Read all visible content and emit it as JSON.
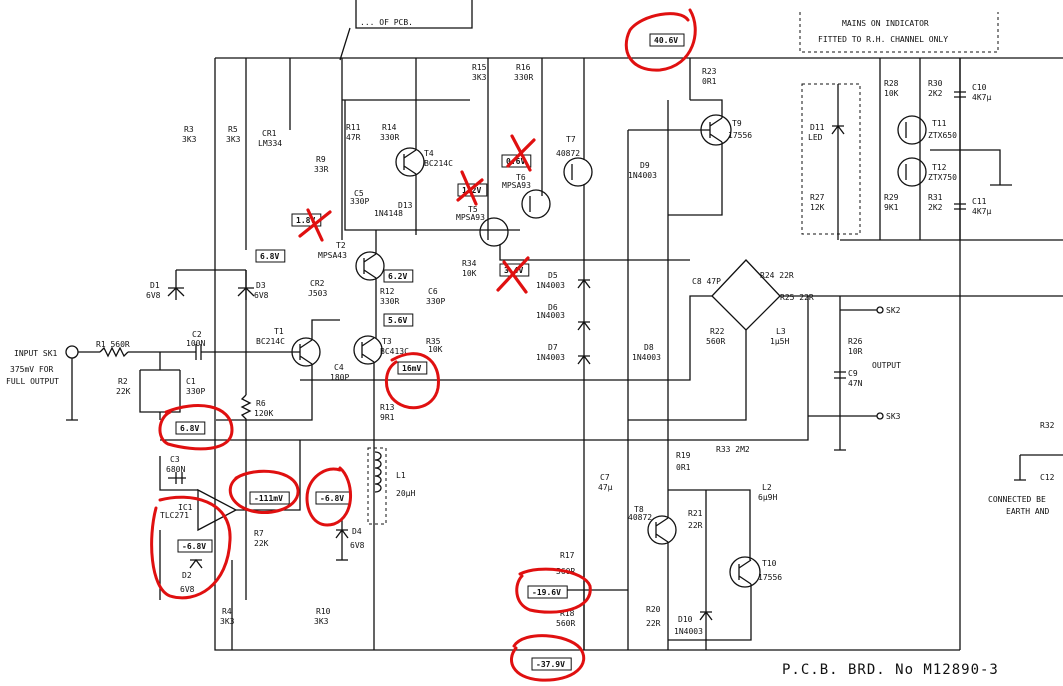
{
  "header_note": {
    "text": "... OF PCB."
  },
  "indicator": {
    "line1": "MAINS ON INDICATOR",
    "line2": "FITTED TO R.H. CHANNEL ONLY"
  },
  "board_number": "P.C.B. BRD. No M12890-3",
  "input": {
    "label1": "INPUT SK1",
    "label2": "375mV FOR",
    "label3": "FULL OUTPUT"
  },
  "output": {
    "label": "OUTPUT",
    "sk2": "SK2",
    "sk3": "SK3"
  },
  "connected_note": {
    "line1": "CONNECTED BE",
    "line2": "EARTH AND"
  },
  "voltages": {
    "rail_pos": "40.6V",
    "t2_base": "1.8V",
    "t5_base": "1.2V",
    "t4_emit": "0.6V",
    "t6_emit": "3.4V",
    "zener_68": "6.8V",
    "t2_col": "6.2V",
    "t3_node": "5.6V",
    "output_dc": "16mV",
    "ic_ref": "6.8V",
    "ic_out": "-111mV",
    "d4_node": "-6.8V",
    "d2_node": "-6.8V",
    "t8_node": "-19.6V",
    "rail_neg": "-37.9V"
  },
  "components": [
    {
      "id": "r1",
      "label": "R1 560R"
    },
    {
      "id": "r2",
      "label": "R2"
    },
    {
      "id": "r2v",
      "label": "22K"
    },
    {
      "id": "c1",
      "label": "C1"
    },
    {
      "id": "c1v",
      "label": "330P"
    },
    {
      "id": "c2",
      "label": "C2"
    },
    {
      "id": "c2v",
      "label": "100N"
    },
    {
      "id": "r3",
      "label": "R3"
    },
    {
      "id": "r3v",
      "label": "3K3"
    },
    {
      "id": "r5",
      "label": "R5"
    },
    {
      "id": "r5v",
      "label": "3K3"
    },
    {
      "id": "cr1",
      "label": "CR1"
    },
    {
      "id": "cr1v",
      "label": "LM334"
    },
    {
      "id": "r9",
      "label": "R9"
    },
    {
      "id": "r9v",
      "label": "33R"
    },
    {
      "id": "r11",
      "label": "R11"
    },
    {
      "id": "r11v",
      "label": "47R"
    },
    {
      "id": "r14",
      "label": "R14"
    },
    {
      "id": "r14v",
      "label": "330R"
    },
    {
      "id": "t4",
      "label": "T4"
    },
    {
      "id": "t4v",
      "label": "BC214C"
    },
    {
      "id": "c5",
      "label": "C5"
    },
    {
      "id": "c5v",
      "label": "330P"
    },
    {
      "id": "d13",
      "label": "D13"
    },
    {
      "id": "d13v",
      "label": "1N4148"
    },
    {
      "id": "r15",
      "label": "R15"
    },
    {
      "id": "r15v",
      "label": "3K3"
    },
    {
      "id": "r16",
      "label": "R16"
    },
    {
      "id": "r16v",
      "label": "330R"
    },
    {
      "id": "t7",
      "label": "T7"
    },
    {
      "id": "t7v",
      "label": "40872"
    },
    {
      "id": "t6",
      "label": "T6"
    },
    {
      "id": "t6v",
      "label": "MPSA93"
    },
    {
      "id": "t5",
      "label": "T5"
    },
    {
      "id": "t5v",
      "label": "MPSA93"
    },
    {
      "id": "r23",
      "label": "R23"
    },
    {
      "id": "r23v",
      "label": "0R1"
    },
    {
      "id": "t9",
      "label": "T9"
    },
    {
      "id": "t9v",
      "label": "17556"
    },
    {
      "id": "d9",
      "label": "D9"
    },
    {
      "id": "d9v",
      "label": "1N4003"
    },
    {
      "id": "t2",
      "label": "T2"
    },
    {
      "id": "t2v",
      "label": "MPSA43"
    },
    {
      "id": "d1",
      "label": "D1"
    },
    {
      "id": "d1v",
      "label": "6V8"
    },
    {
      "id": "d3",
      "label": "D3"
    },
    {
      "id": "d3v",
      "label": "6V8"
    },
    {
      "id": "cr2",
      "label": "CR2"
    },
    {
      "id": "cr2v",
      "label": "J503"
    },
    {
      "id": "r12",
      "label": "R12"
    },
    {
      "id": "r12v",
      "label": "330R"
    },
    {
      "id": "c6",
      "label": "C6"
    },
    {
      "id": "c6v",
      "label": "330P"
    },
    {
      "id": "r34",
      "label": "R34"
    },
    {
      "id": "r34v",
      "label": "10K"
    },
    {
      "id": "d5",
      "label": "D5"
    },
    {
      "id": "d5v",
      "label": "1N4003"
    },
    {
      "id": "d6",
      "label": "D6"
    },
    {
      "id": "d6v",
      "label": "1N4003"
    },
    {
      "id": "d7",
      "label": "D7"
    },
    {
      "id": "d7v",
      "label": "1N4003"
    },
    {
      "id": "d8",
      "label": "D8"
    },
    {
      "id": "d8v",
      "label": "1N4003"
    },
    {
      "id": "t1",
      "label": "T1"
    },
    {
      "id": "t1v",
      "label": "BC214C"
    },
    {
      "id": "t3",
      "label": "T3"
    },
    {
      "id": "t3v",
      "label": "BC413C"
    },
    {
      "id": "c4",
      "label": "C4"
    },
    {
      "id": "c4v",
      "label": "180P"
    },
    {
      "id": "r35",
      "label": "R35"
    },
    {
      "id": "r35v",
      "label": "10K"
    },
    {
      "id": "r6",
      "label": "R6"
    },
    {
      "id": "r6v",
      "label": "120K"
    },
    {
      "id": "r13",
      "label": "R13"
    },
    {
      "id": "r13v",
      "label": "9R1"
    },
    {
      "id": "c8",
      "label": "C8 47P"
    },
    {
      "id": "r24",
      "label": "R24 22R"
    },
    {
      "id": "r25",
      "label": "R25 22R"
    },
    {
      "id": "r22",
      "label": "R22"
    },
    {
      "id": "r22v",
      "label": "560R"
    },
    {
      "id": "l3",
      "label": "L3"
    },
    {
      "id": "l3v",
      "label": "1µ5H"
    },
    {
      "id": "r26",
      "label": "R26"
    },
    {
      "id": "r26v",
      "label": "10R"
    },
    {
      "id": "c9",
      "label": "C9"
    },
    {
      "id": "c9v",
      "label": "47N"
    },
    {
      "id": "r33",
      "label": "R33 2M2"
    },
    {
      "id": "c3",
      "label": "C3"
    },
    {
      "id": "c3v",
      "label": "680N"
    },
    {
      "id": "ic1",
      "label": "IC1"
    },
    {
      "id": "ic1v",
      "label": "TLC271"
    },
    {
      "id": "l1",
      "label": "L1"
    },
    {
      "id": "l1v",
      "label": "20µH"
    },
    {
      "id": "r7",
      "label": "R7"
    },
    {
      "id": "r7v",
      "label": "22K"
    },
    {
      "id": "d4",
      "label": "D4"
    },
    {
      "id": "d4v",
      "label": "6V8"
    },
    {
      "id": "d2",
      "label": "D2"
    },
    {
      "id": "d2v",
      "label": "6V8"
    },
    {
      "id": "r19",
      "label": "R19"
    },
    {
      "id": "r19v",
      "label": "0R1"
    },
    {
      "id": "c7",
      "label": "C7"
    },
    {
      "id": "c7v",
      "label": "47µ"
    },
    {
      "id": "t8",
      "label": "T8"
    },
    {
      "id": "t8v",
      "label": "40872"
    },
    {
      "id": "r21",
      "label": "R21"
    },
    {
      "id": "r21v",
      "label": "22R"
    },
    {
      "id": "l2",
      "label": "L2"
    },
    {
      "id": "l2v",
      "label": "6µ9H"
    },
    {
      "id": "t10",
      "label": "T10"
    },
    {
      "id": "t10v",
      "label": "17556"
    },
    {
      "id": "r17",
      "label": "R17"
    },
    {
      "id": "r17v",
      "label": "560R"
    },
    {
      "id": "r18",
      "label": "R18"
    },
    {
      "id": "r18v",
      "label": "560R"
    },
    {
      "id": "r20",
      "label": "R20"
    },
    {
      "id": "r20v",
      "label": "22R"
    },
    {
      "id": "d10",
      "label": "D10"
    },
    {
      "id": "d10v",
      "label": "1N4003"
    },
    {
      "id": "r4",
      "label": "R4"
    },
    {
      "id": "r4v",
      "label": "3K3"
    },
    {
      "id": "r10",
      "label": "R10"
    },
    {
      "id": "r10v",
      "label": "3K3"
    },
    {
      "id": "d11",
      "label": "D11"
    },
    {
      "id": "d11v",
      "label": "LED"
    },
    {
      "id": "r27",
      "label": "R27"
    },
    {
      "id": "r27v",
      "label": "12K"
    },
    {
      "id": "r28",
      "label": "R28"
    },
    {
      "id": "r28v",
      "label": "10K"
    },
    {
      "id": "r29",
      "label": "R29"
    },
    {
      "id": "r29v",
      "label": "9K1"
    },
    {
      "id": "r30",
      "label": "R30"
    },
    {
      "id": "r30v",
      "label": "2K2"
    },
    {
      "id": "r31",
      "label": "R31"
    },
    {
      "id": "r31v",
      "label": "2K2"
    },
    {
      "id": "t11",
      "label": "T11"
    },
    {
      "id": "t11v",
      "label": "ZTX650"
    },
    {
      "id": "t12",
      "label": "T12"
    },
    {
      "id": "t12v",
      "label": "ZTX750"
    },
    {
      "id": "c10",
      "label": "C10"
    },
    {
      "id": "c10v",
      "label": "4K7µ"
    },
    {
      "id": "c11",
      "label": "C11"
    },
    {
      "id": "c11v",
      "label": "4K7µ"
    },
    {
      "id": "r32",
      "label": "R32"
    },
    {
      "id": "c12",
      "label": "C12"
    }
  ]
}
